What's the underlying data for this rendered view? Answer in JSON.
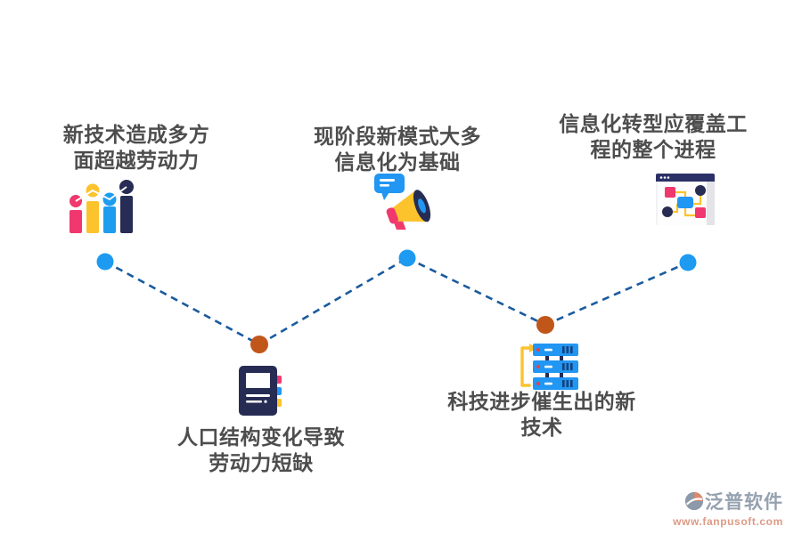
{
  "page": {
    "background": "#ffffff"
  },
  "palette": {
    "text": "#4d4d4d",
    "connector": "#1a5b9e",
    "dot_blue": "#1e9bf0",
    "dot_orange": "#c1561b",
    "pink": "#f0386e",
    "yellow": "#fcc32c",
    "blue": "#2196f3",
    "navy": "#272c55",
    "brand_gray": "#95a1af",
    "brand_salmon": "#dd9a84"
  },
  "nodes": [
    {
      "label_lines": [
        "新技术造成多方",
        "面超越劳动力"
      ],
      "icon": "bar-chart-icon",
      "dot": "blue"
    },
    {
      "label_lines": [
        "人口结构变化导致",
        "劳动力短缺"
      ],
      "icon": "notebook-icon",
      "dot": "orange"
    },
    {
      "label_lines": [
        "现阶段新模式大多",
        "信息化为基础"
      ],
      "icon": "megaphone-icon",
      "dot": "blue"
    },
    {
      "label_lines": [
        "科技进步催生出的新",
        "技术"
      ],
      "icon": "server-stack-icon",
      "dot": "orange"
    },
    {
      "label_lines": [
        "信息化转型应覆盖工",
        "程的整个进程"
      ],
      "icon": "flowchart-window-icon",
      "dot": "blue"
    }
  ],
  "watermark": {
    "brand": "泛普软件",
    "url": "www.fanpusoft.com"
  }
}
